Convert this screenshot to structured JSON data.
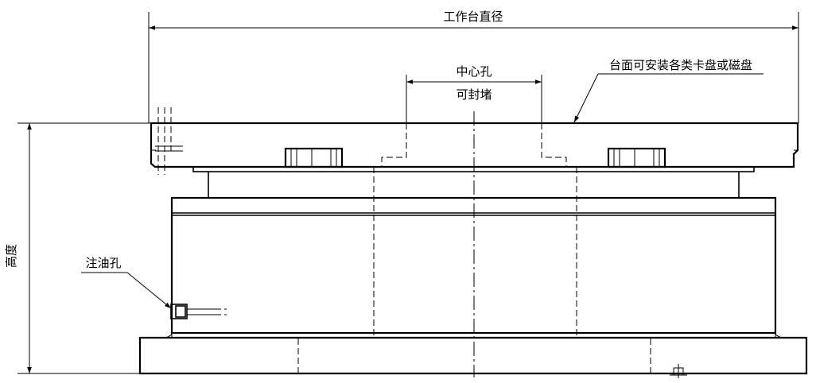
{
  "labels": {
    "table_diameter": "工作台直径",
    "center_hole_line1": "中心孔",
    "center_hole_line2": "可封堵",
    "surface_note": "台面可安装各类卡盘或磁盘",
    "height": "高度",
    "oil_hole": "注油孔"
  }
}
